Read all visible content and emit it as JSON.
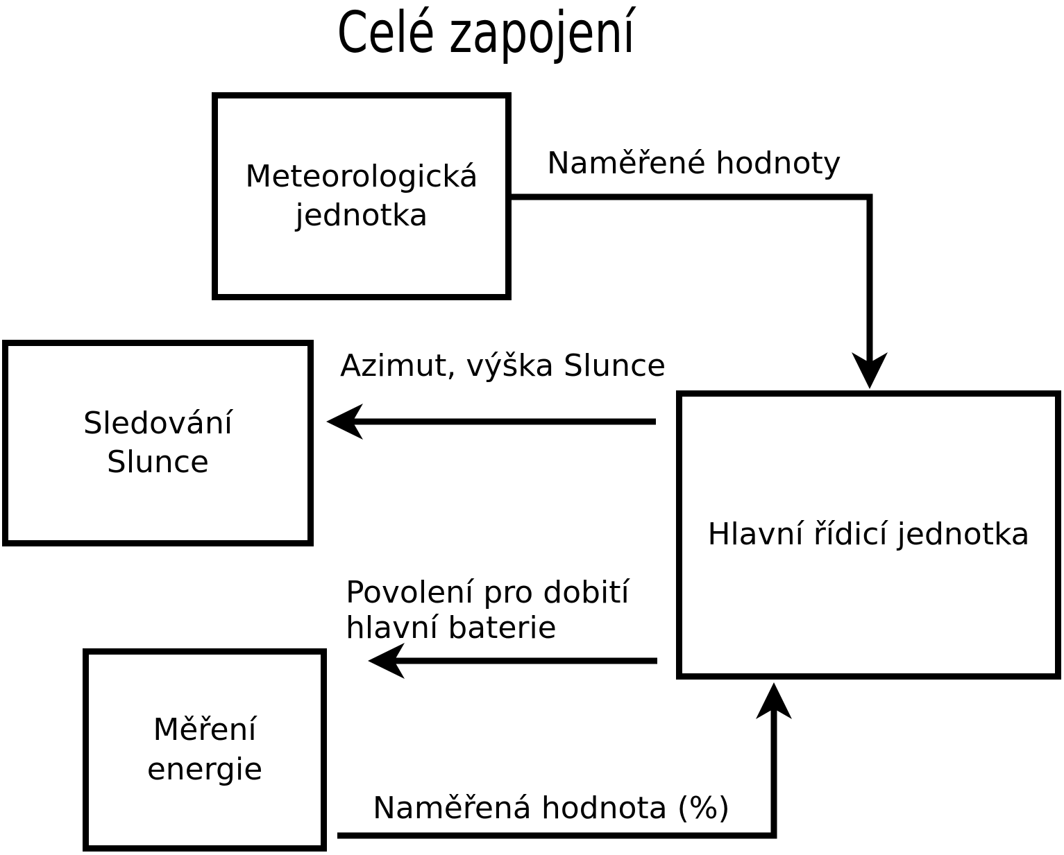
{
  "title": "Celé zapojení",
  "nodes": {
    "meteo": {
      "line1": "Meteorologická",
      "line2": "jednotka"
    },
    "sun_tracking": {
      "line1": "Sledování",
      "line2": "Slunce"
    },
    "energy_measurement": {
      "line1": "Měření",
      "line2": "energie"
    },
    "main_control": {
      "label": "Hlavní řídicí jednotka"
    }
  },
  "edge_labels": {
    "measured_values": "Naměřené hodnoty",
    "sun_position": "Azimut, výška Slunce",
    "charge_permission_line1": "Povolení pro dobití",
    "charge_permission_line2": "hlavní baterie",
    "measured_percentage": "Naměřená hodnota (%)"
  },
  "colors": {
    "ink": "#000000",
    "background": "#ffffff"
  }
}
